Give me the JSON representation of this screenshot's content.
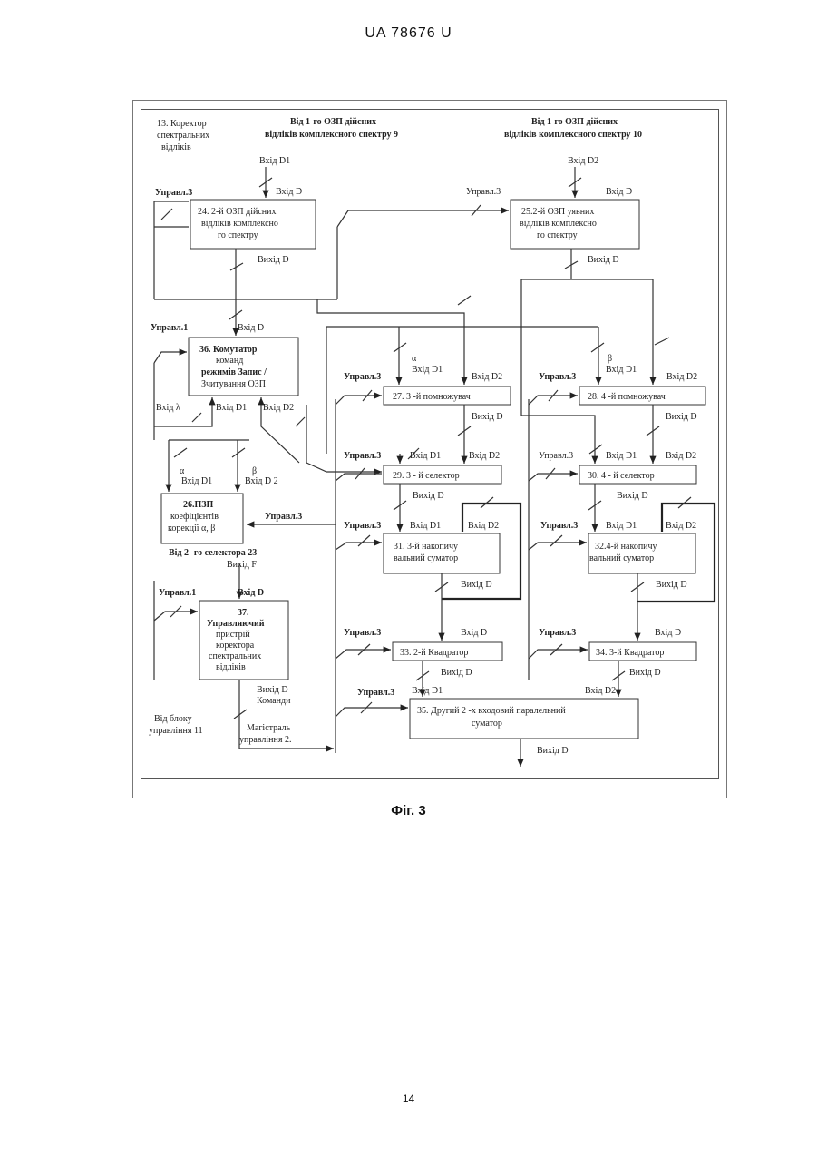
{
  "header": "UA   78676   U",
  "figure_caption": "Фіг. 3",
  "page_number": "14",
  "labels": {
    "corrector": [
      "13. Коректор",
      "спектральних",
      "відліків"
    ],
    "from_ozp9": [
      "Від 1-го ОЗП дійсних",
      "відліків комплексного спектру 9"
    ],
    "from_ozp10": [
      "Від 1-го ОЗП дійсних",
      "відліків комплексного спектру 10"
    ],
    "from_selector23": [
      "Від 2 -го селектора 23",
      "Вихід F"
    ],
    "from_block11": [
      "Від блоку",
      "управління 11"
    ],
    "magistral": [
      "Магістраль",
      "управління 2."
    ],
    "commands": [
      "Вихід D",
      "Команди"
    ]
  },
  "blocks": {
    "b24": [
      "24. 2-й ОЗП дійсних",
      "відліків комплексно",
      "го спектру"
    ],
    "b25": [
      "25.2-й ОЗП уявних",
      "відліків комплексно",
      "го спектру"
    ],
    "b36": [
      "36. Комутатор",
      "команд",
      "режимів Запис /",
      "Зчитування ОЗП"
    ],
    "b26": [
      "26.ПЗП",
      "коефіцієнтів",
      "корекції α, β"
    ],
    "b37": [
      "37.",
      "Управляючий",
      "пристрій",
      "коректора",
      "спектральних",
      "відліків"
    ],
    "b27": "27. 3 -й помножувач",
    "b28": "28. 4 -й помножувач",
    "b29": "29. 3 - й селектор",
    "b30": "30. 4 - й селектор",
    "b31": [
      "31. 3-й накопичу",
      "вальний суматор"
    ],
    "b32": [
      "32.4-й накопичу",
      "вальний суматор"
    ],
    "b33": "33. 2-й Квадратор",
    "b34": "34. 3-й Квадратор",
    "b35": [
      "35. Другий 2 -х входовий паралельний",
      "суматор"
    ]
  },
  "ports": {
    "in_d": "Вхід D",
    "in_d1": "Вхід D1",
    "in_d2": "Вхід D2",
    "in_d_2": "Вхід D 2",
    "out_d": "Вихід D",
    "in_lambda": "Вхід λ",
    "ctrl1": "Управл.1",
    "ctrl3": "Управл.3",
    "alpha": "α",
    "beta": "β"
  }
}
